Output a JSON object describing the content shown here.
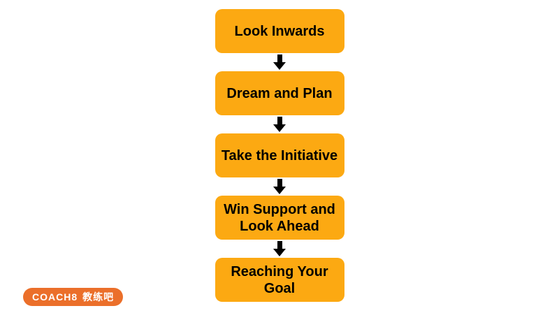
{
  "page": {
    "background_color": "#FFFFFF"
  },
  "flowchart": {
    "direction": "top-to-bottom",
    "box_color": "#FCA912",
    "box_text_color": "#000000",
    "arrow_color": "#000000",
    "steps": [
      {
        "label": "Look Inwards"
      },
      {
        "label": "Dream and Plan"
      },
      {
        "label": "Take the Initiative"
      },
      {
        "label": "Win Support and Look Ahead"
      },
      {
        "label": "Reaching Your Goal"
      }
    ]
  },
  "footer": {
    "logo": {
      "brand": "COACH8",
      "brand_cn": "教练吧",
      "pill_color": "#EB6F2A",
      "text_color": "#FFFFFF"
    }
  }
}
